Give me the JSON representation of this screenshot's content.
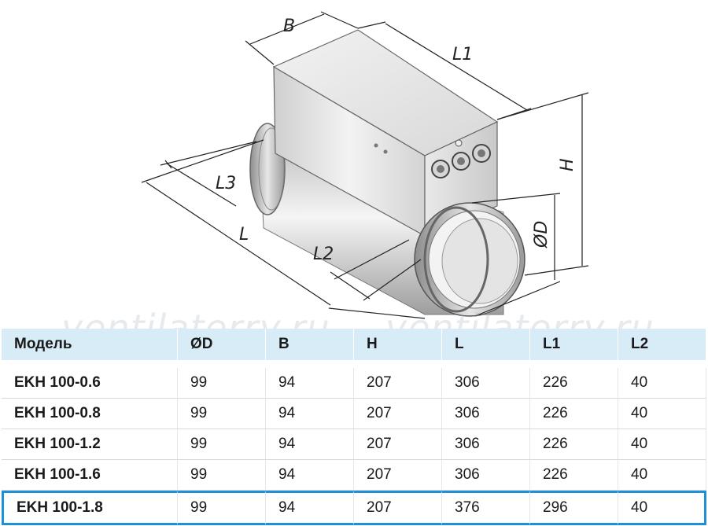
{
  "drawing": {
    "dimension_labels": {
      "B": "B",
      "L1": "L1",
      "H": "H",
      "L3": "L3",
      "L": "L",
      "L2": "L2",
      "D": "ØD"
    }
  },
  "watermark": "ventilatorry.ru",
  "table": {
    "headers": [
      "Модель",
      "ØD",
      "B",
      "H",
      "L",
      "L1",
      "L2"
    ],
    "rows": [
      [
        "EKH 100-0.6",
        "99",
        "94",
        "207",
        "306",
        "226",
        "40"
      ],
      [
        "EKH 100-0.8",
        "99",
        "94",
        "207",
        "306",
        "226",
        "40"
      ],
      [
        "EKH 100-1.2",
        "99",
        "94",
        "207",
        "306",
        "226",
        "40"
      ],
      [
        "EKH 100-1.6",
        "99",
        "94",
        "207",
        "306",
        "226",
        "40"
      ],
      [
        "EKH 100-1.8",
        "99",
        "94",
        "207",
        "376",
        "296",
        "40"
      ]
    ],
    "highlight_color": "#1e90d8",
    "header_bg": "#d7ecf7"
  }
}
